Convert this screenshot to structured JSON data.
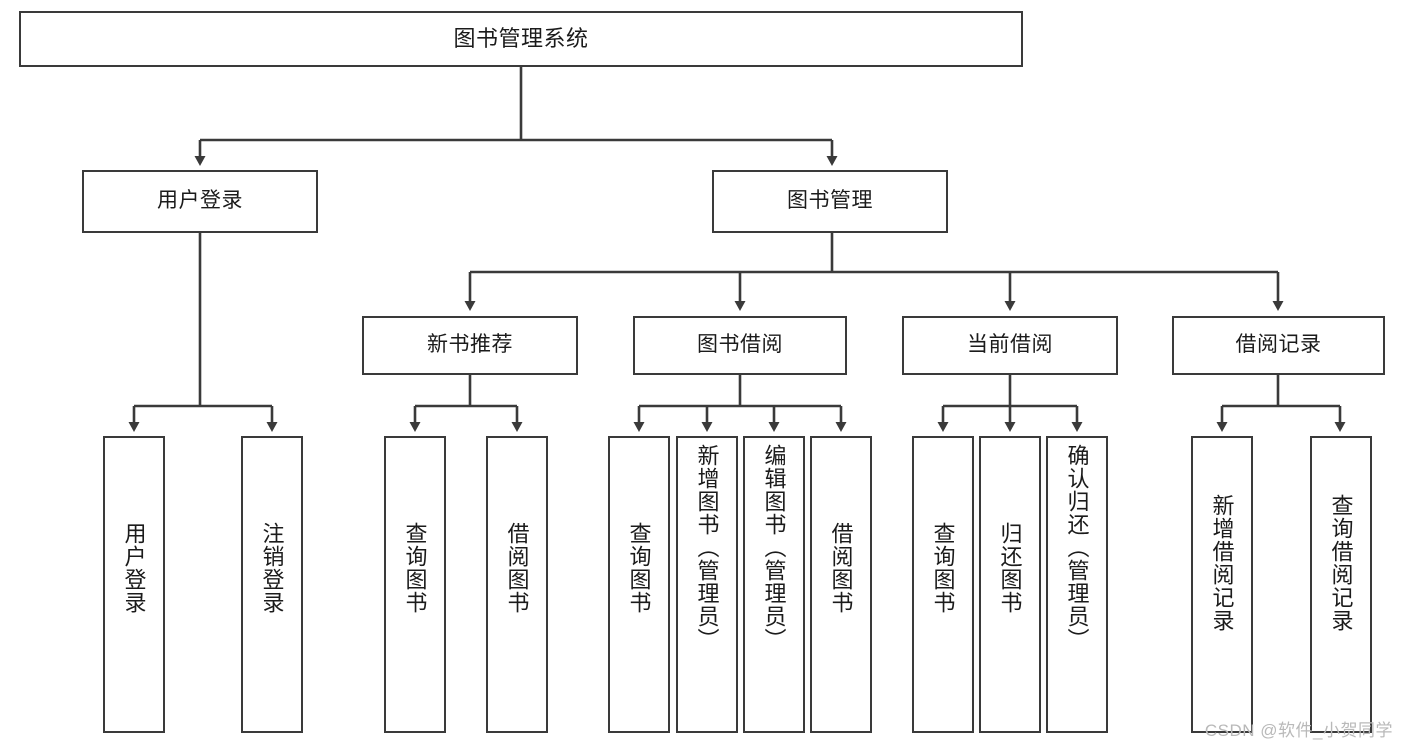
{
  "diagram": {
    "title": "图书管理系统",
    "type": "tree-hierarchy-chart",
    "colors": {
      "box_border": "#3a3a3a",
      "box_fill": "#ffffff",
      "edge": "#3a3a3a",
      "text": "#1b1b1b",
      "watermark": "#b9b9b9"
    },
    "root": {
      "label": "图书管理系统"
    },
    "level2": [
      {
        "label": "用户登录"
      },
      {
        "label": "图书管理"
      }
    ],
    "level3": [
      {
        "label": "新书推荐"
      },
      {
        "label": "图书借阅"
      },
      {
        "label": "当前借阅"
      },
      {
        "label": "借阅记录"
      }
    ],
    "leaves": {
      "user_login": [
        {
          "label": "用户登录"
        },
        {
          "label": "注销登录"
        }
      ],
      "new_book_recommend": [
        {
          "label": "查询图书"
        },
        {
          "label": "借阅图书"
        }
      ],
      "book_borrow": [
        {
          "label": "查询图书"
        },
        {
          "label": "新增图书（管理员）"
        },
        {
          "label": "编辑图书（管理员）"
        },
        {
          "label": "借阅图书"
        }
      ],
      "current_borrow": [
        {
          "label": "查询图书"
        },
        {
          "label": "归还图书"
        },
        {
          "label": "确认归还（管理员）"
        }
      ],
      "borrow_record": [
        {
          "label": "新增借阅记录"
        },
        {
          "label": "查询借阅记录"
        }
      ]
    },
    "watermark": "CSDN @软件_小贺同学"
  }
}
